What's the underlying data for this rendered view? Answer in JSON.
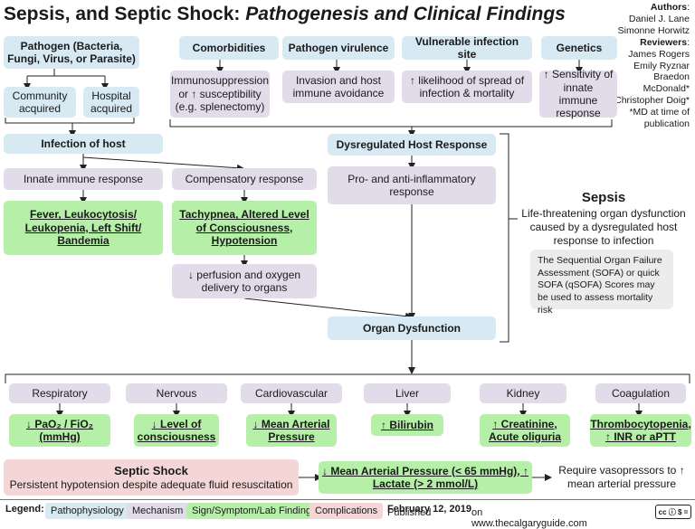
{
  "title_plain": "Sepsis, and Septic Shock:",
  "title_italic": "Pathogenesis and Clinical Findings",
  "authors": {
    "authors_label": "Authors",
    "authors_names": [
      "Daniel J. Lane",
      "Simonne Horwitz"
    ],
    "reviewers_label": "Reviewers",
    "reviewers_names": [
      "James Rogers",
      "Emily Ryznar",
      "Braedon",
      "McDonald*",
      "Christopher Doig*",
      "*MD at time of",
      "publication"
    ]
  },
  "nodes": {
    "pathogen": "Pathogen (Bacteria, Fungi, Virus, or Parasite)",
    "community": "Community acquired",
    "hospital": "Hospital acquired",
    "infection": "Infection of host",
    "innate": "Innate immune response",
    "fever": "Fever, Leukocytosis/ Leukopenia, Left Shift/ Bandemia",
    "compensatory": "Compensatory response",
    "tachypnea": "Tachypnea, Altered Level of Consciousness, Hypotension",
    "perfusion": "↓ perfusion and oxygen delivery to organs",
    "comorbidities": "Comorbidities",
    "immuno": "Immunosuppression or ↑ susceptibility (e.g. splenectomy)",
    "virulence": "Pathogen virulence",
    "invasion": "Invasion and host immune avoidance",
    "vulnerable": "Vulnerable infection site",
    "likelihood": "↑ likelihood of spread of infection & mortality",
    "genetics": "Genetics",
    "sensitivity": "↑ Sensitivity of innate immune response",
    "dysregulated": "Dysregulated Host Response",
    "proanti": "Pro- and anti-inflammatory response",
    "organ": "Organ Dysfunction"
  },
  "sepsis": {
    "heading": "Sepsis",
    "definition": "Life-threatening organ dysfunction caused by a dysregulated host response to infection",
    "sofa_note": "The Sequential Organ Failure Assessment (SOFA) or quick SOFA (qSOFA) Scores may be used to assess mortality risk"
  },
  "organs": [
    {
      "system": "Respiratory",
      "finding": "↓ PaO₂ / FiO₂ (mmHg)"
    },
    {
      "system": "Nervous",
      "finding": "↓ Level of consciousness"
    },
    {
      "system": "Cardiovascular",
      "finding": "↓ Mean Arterial Pressure"
    },
    {
      "system": "Liver",
      "finding": "↑ Bilirubin"
    },
    {
      "system": "Kidney",
      "finding": "↑ Creatinine, Acute oliguria"
    },
    {
      "system": "Coagulation",
      "finding": "Thrombocytopenia, ↑ INR or aPTT"
    }
  ],
  "septic_shock": {
    "heading": "Septic Shock",
    "definition": "Persistent hypotension despite adequate fluid resuscitation",
    "criteria": "↓ Mean Arterial Pressure (< 65 mmHg), ↑ Lactate (> 2 mmol/L)",
    "vasopressor": "Require vasopressors to ↑ mean arterial pressure"
  },
  "legend": {
    "label": "Legend:",
    "items": [
      "Pathophysiology",
      "Mechanism",
      "Sign/Symptom/Lab Finding",
      "Complications"
    ],
    "published_prefix": "Published",
    "published_date": "February 12, 2019",
    "published_suffix": "on www.thecalgaryguide.com",
    "license_icon": "cc-by-nc-nd-icon"
  },
  "colors": {
    "pathophysiology": "#d7e9f2",
    "mechanism": "#e2dbea",
    "finding": "#b6f0a8",
    "complication": "#f5d6d6"
  }
}
